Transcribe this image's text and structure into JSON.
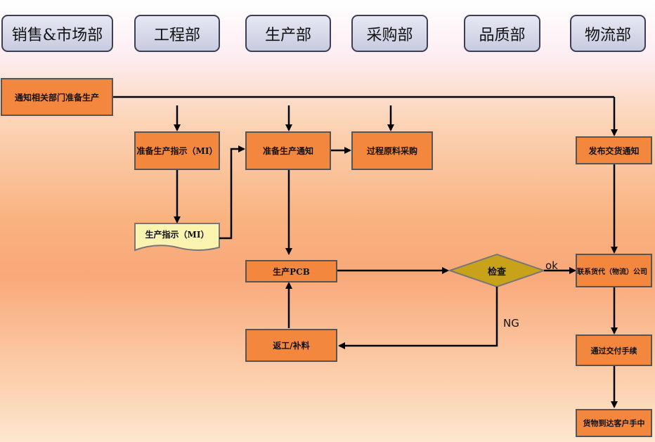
{
  "departments": [
    {
      "label": "销售&市场部"
    },
    {
      "label": "工程部"
    },
    {
      "label": "生产部"
    },
    {
      "label": "采购部"
    },
    {
      "label": "品质部"
    },
    {
      "label": "物流部"
    }
  ],
  "nodes": {
    "notify": "通知相关部门准备生产",
    "prep_mi": "准备生产指示（MI）",
    "mi_doc": "生产指示（MI）",
    "prep_notice": "准备生产通知",
    "purchase": "过程原料采购",
    "delivery_notice": "发布交货通知",
    "produce_pcb": "生产PCB",
    "inspect": "检查",
    "rework": "返工/补料",
    "contact_forwarder": "联系货代（物流）公司",
    "handover": "通过交付手续",
    "arrive": "货物到达客户手中"
  },
  "edge_labels": {
    "ok": "ok",
    "ng": "NG"
  },
  "colors": {
    "process_fill": "#f4873e",
    "decision_fill": "#c8a21b",
    "document_fill": "#fbf3b0",
    "department_fill": "#d6d9ea"
  }
}
